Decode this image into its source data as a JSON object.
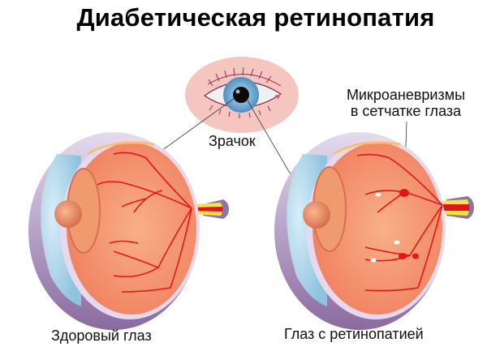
{
  "title": "Диабетическая ретинопатия",
  "labels": {
    "pupil": "Зрачок",
    "microaneurysms_line1": "Микроаневризмы",
    "microaneurysms_line2": "в сетчатке глаза",
    "healthy_eye": "Здоровый глаз",
    "retinopathy_eye": "Глаз с ретинопатией"
  },
  "colors": {
    "retina": "#f4906a",
    "vessel": "#e3141c",
    "sclera": "#b9a8cc",
    "cornea": "#a8d4e8",
    "skin": "#f5c6c0",
    "iris": "#7ab8dc",
    "nerve_yellow": "#f6e24a",
    "exudate": "#ffffff"
  }
}
